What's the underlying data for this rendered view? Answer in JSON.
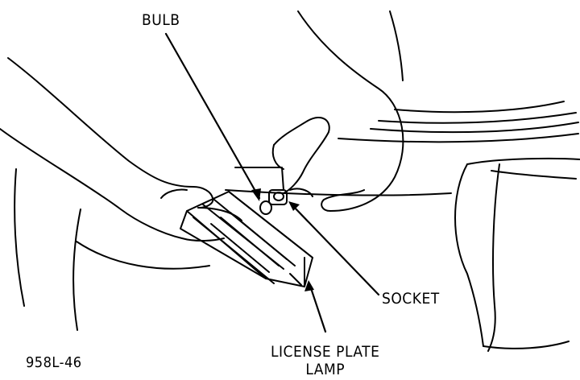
{
  "diagram": {
    "labels": {
      "bulb": "BULB",
      "socket": "SOCKET",
      "license_plate_lamp_line1": "LICENSE PLATE",
      "license_plate_lamp_line2": "LAMP",
      "figure_id": "958L-46"
    },
    "colors": {
      "ink": "#000000",
      "paper": "#ffffff"
    }
  }
}
